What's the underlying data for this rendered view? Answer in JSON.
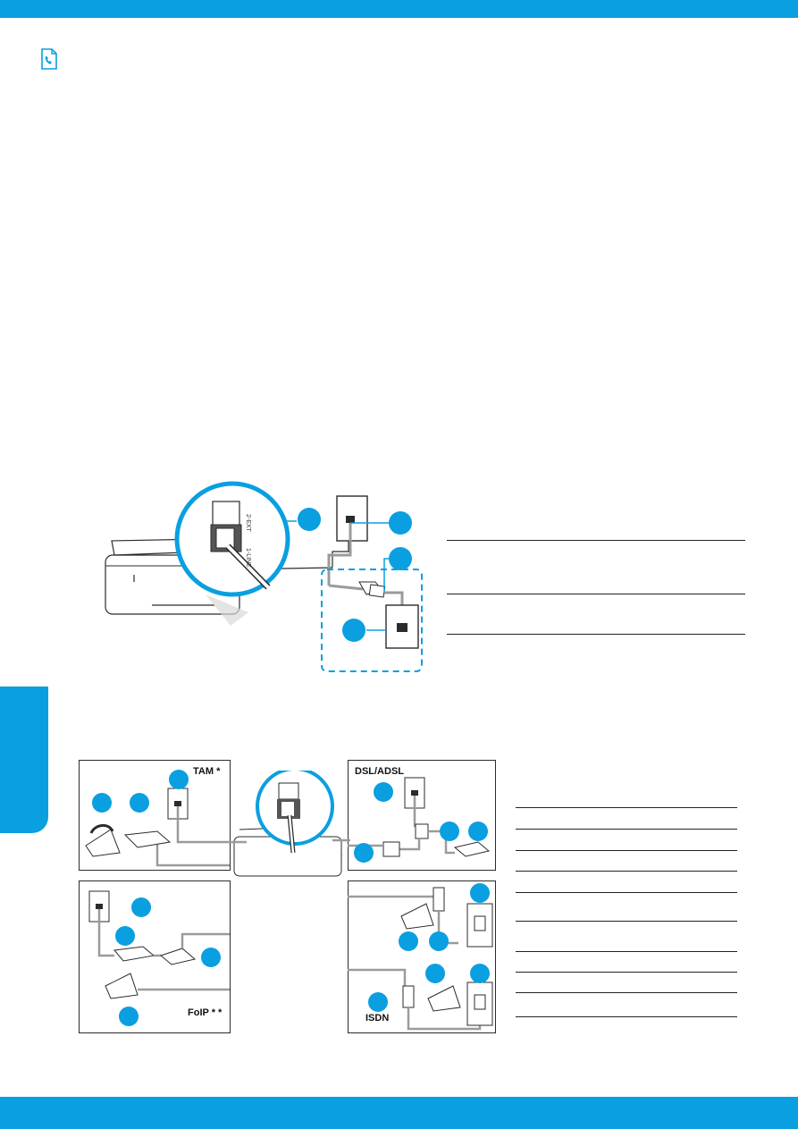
{
  "colors": {
    "accent": "#0a9fe0",
    "line": "#2b2b2b",
    "cable": "#9b9b9b"
  },
  "icons": {
    "header": "fax-phone-icon"
  },
  "diagrams": {
    "printer_port_labels": [
      "1-LINE",
      "2-EXT"
    ],
    "panels": {
      "tam": "TAM *",
      "dsl": "DSL/ADSL",
      "foip": "FoIP * *",
      "isdn": "ISDN"
    }
  }
}
